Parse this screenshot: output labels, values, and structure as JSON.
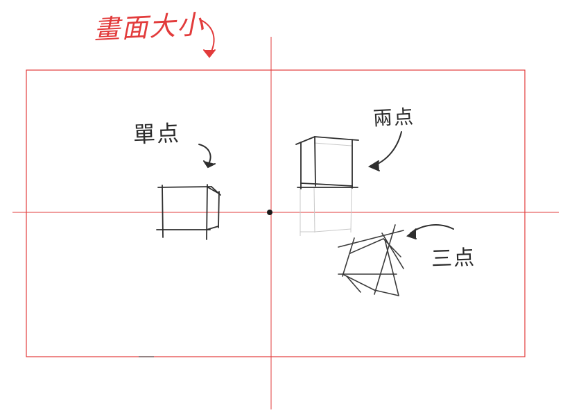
{
  "labels": {
    "canvas_size": "畫面大小",
    "one_point": "單点",
    "two_point": "兩点",
    "three_point": "三点"
  },
  "colors": {
    "guide": "#e23b3b",
    "pencil": "#2e2e2e",
    "faint": "#c8c8c8",
    "background": "#ffffff"
  },
  "icons": [
    "curved-arrow-icon",
    "center-dot-icon"
  ]
}
